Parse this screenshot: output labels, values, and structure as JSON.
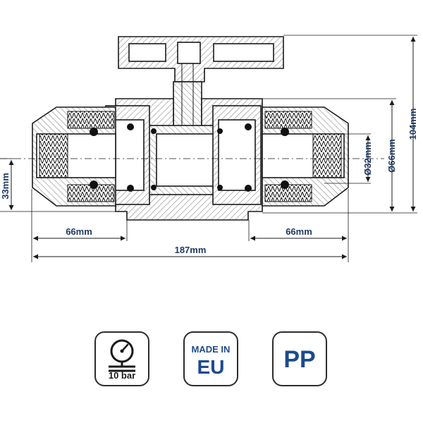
{
  "dimensions": {
    "height": "104mm",
    "outer_diameter": "Ø66mm",
    "inner_diameter": "Ø32mm",
    "offset": "33mm",
    "left_length": "66mm",
    "right_length": "66mm",
    "total_length": "187mm"
  },
  "badges": {
    "pressure": {
      "label": "10 bar",
      "icon": "pressure-gauge-icon"
    },
    "origin": {
      "line1": "MADE IN",
      "line2": "EU"
    },
    "material": {
      "text": "PP"
    }
  },
  "colors": {
    "drawing_line": "#1a1a1a",
    "dimension_text": "#1f3a64",
    "badge_text": "#1d4a8c",
    "hatch_fill": "#c9c9c9"
  }
}
